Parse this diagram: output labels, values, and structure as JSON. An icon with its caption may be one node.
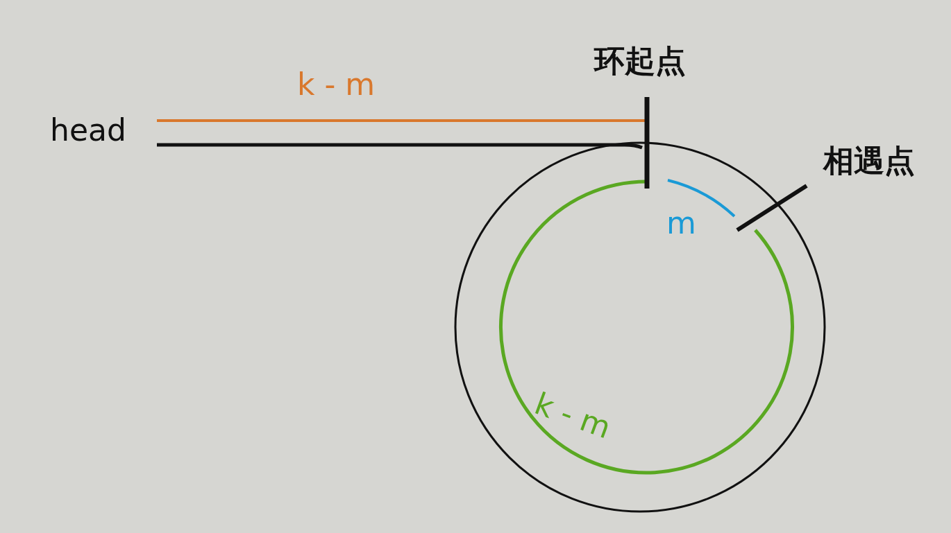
{
  "diagram": {
    "labels": [
      "环起点",
      "k - m",
      "head",
      "相遇点",
      "m",
      "k - m"
    ]
  }
}
